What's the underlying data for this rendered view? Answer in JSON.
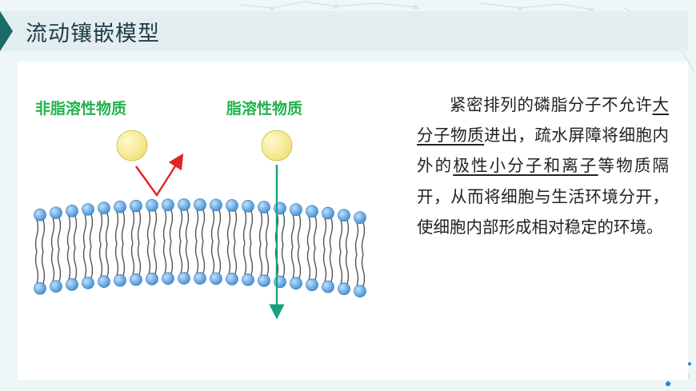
{
  "header": {
    "title": "流动镶嵌模型"
  },
  "diagram": {
    "non_lipid_label": "非脂溶性物质",
    "lipid_label": "脂溶性物质",
    "label_color": "#22b24c",
    "reflect_arrow_color": "#e02424",
    "pass_arrow_color": "#1aa07e",
    "molecule_color": "#f0e27a",
    "head_color": "#3f8fd6"
  },
  "body": {
    "seg1": "紧密排列的磷脂分子不允许",
    "seg2": "大分子物质",
    "seg3": "进出，疏水屏障将细胞内外的",
    "seg4": "极性小分子和离子",
    "seg5": "等物质隔开，从而将细胞与生活环境分开，使细胞内部形成相对稳定的环境。"
  }
}
